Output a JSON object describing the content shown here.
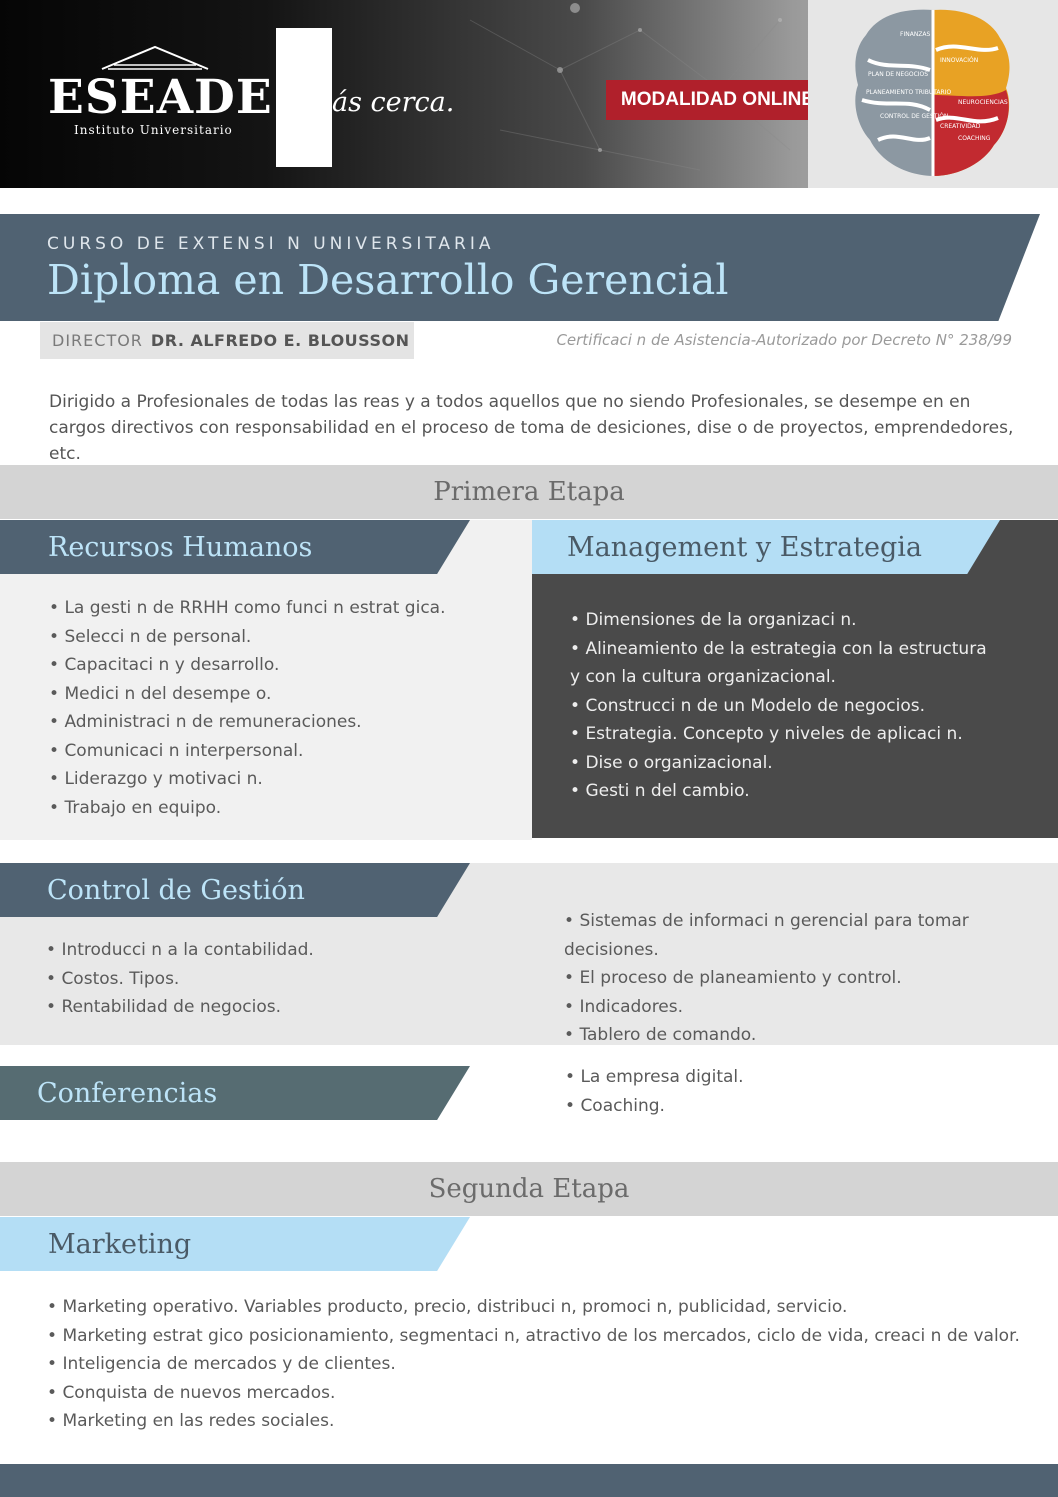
{
  "header": {
    "logo": {
      "name": "ESEADE",
      "subtitle": "Instituto Universitario"
    },
    "slogan": "ás cerca.",
    "modality": "MODALIDAD ONLINE",
    "brain_words": [
      "FINANZAS",
      "PLAN DE NEGOCIOS",
      "PLANEAMIENTO TRIBUTARIO",
      "CONTROL DE GESTIÓN",
      "INNOVACIÓN",
      "NEUROCIENCIAS",
      "CREATIVIDAD",
      "COACHING"
    ]
  },
  "title": {
    "kicker": "CURSO DE EXTENSI   N UNIVERSITARIA",
    "main": "Diploma en Desarrollo Gerencial"
  },
  "director": {
    "label": "DIRECTOR",
    "name": "DR. ALFREDO E. BLOUSSON"
  },
  "certification": "Certificaci   n de Asistencia-Autorizado por Decreto N° 238/99",
  "intro": "Dirigido a Profesionales de todas las    reas y a todos aquellos que no siendo Profesionales, se desempe    en en cargos directivos con responsabilidad en el proceso de toma de desiciones, dise    o de proyectos, emprendedores, etc.",
  "stage1": {
    "title": "Primera Etapa"
  },
  "rrhh": {
    "title": "Recursos Humanos",
    "items": [
      "La gesti   n de RRHH como funci   n estrat   gica.",
      "Selecci   n de personal.",
      "Capacitaci   n y desarrollo.",
      "Medici   n del desempe   o.",
      "Administraci   n de remuneraciones.",
      "Comunicaci   n interpersonal.",
      "Liderazgo y motivaci   n.",
      "Trabajo en equipo."
    ]
  },
  "management": {
    "title": "Management y Estrategia",
    "items": [
      "Dimensiones de la organizaci   n.",
      "Alineamiento de la estrategia con la estructura",
      "Construcci   n de un Modelo de negocios.",
      "Estrategia. Concepto y niveles de aplicaci   n.",
      "Dise   o organizacional.",
      "Gesti   n del cambio."
    ],
    "continuation": "y con la cultura organizacional."
  },
  "control": {
    "title": "Control de Gestión",
    "left_items": [
      "Introducci   n a la contabilidad.",
      "Costos. Tipos.",
      "Rentabilidad de negocios."
    ],
    "right_items": [
      "Sistemas de informaci   n gerencial para tomar decisiones.",
      "El proceso de planeamiento y control.",
      "Indicadores.",
      "Tablero de comando."
    ]
  },
  "conferences": {
    "title": "Conferencias",
    "items": [
      "La empresa digital.",
      "Coaching."
    ]
  },
  "stage2": {
    "title": "Segunda Etapa"
  },
  "marketing": {
    "title": "Marketing",
    "items": [
      "Marketing operativo. Variables  producto, precio, distribuci   n, promoci   n, publicidad, servicio.",
      "Marketing estrat   gico  posicionamiento, segmentaci   n, atractivo de los mercados, ciclo de vida, creaci   n de valor.",
      "Inteligencia de mercados y de clientes.",
      "Conquista de nuevos mercados.",
      "Marketing en las redes sociales."
    ]
  },
  "colors": {
    "accent_red": "#b0202b",
    "slate": "#506272",
    "light_blue": "#b4def5",
    "dark_panel": "#4a4a4a"
  }
}
